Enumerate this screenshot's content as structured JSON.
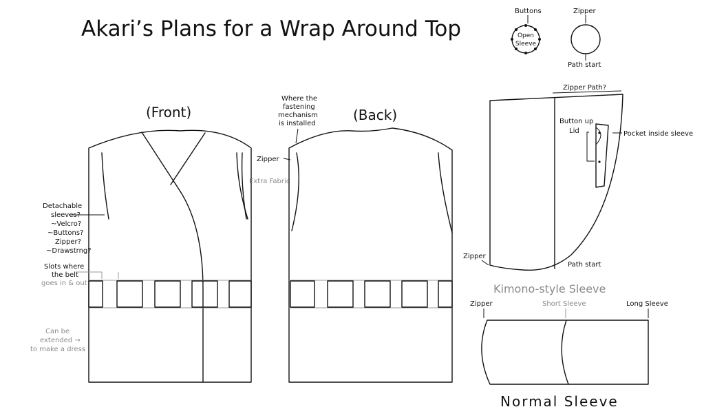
{
  "title": "Akari’s Plans for a Wrap Around Top",
  "legend": {
    "buttons": "Buttons",
    "open_sleeve_line1": "Open",
    "open_sleeve_line2": "Sleeve",
    "zipper": "Zipper",
    "path_start": "Path start"
  },
  "front": {
    "label": "(Front)",
    "detachable": [
      "Detachable",
      "sleeves?",
      "~Velcro?",
      "~Buttons?",
      "Zipper?",
      "~Drawstrng?"
    ],
    "slots": [
      "Slots where",
      "the belt"
    ],
    "slots_grey": "goes in & out",
    "extended": [
      "Can be",
      "extended →",
      "to make a dress"
    ],
    "zipper": "Zipper",
    "extra_fabric": "Extra Fabric"
  },
  "back": {
    "label": "(Back)",
    "fastening": [
      "Where the",
      "fastening",
      "mechanism",
      "is installed"
    ]
  },
  "kimono": {
    "zipper_path": "Zipper Path?",
    "button_lid": [
      "Button up",
      "Lid"
    ],
    "pocket": "Pocket inside sleeve",
    "zipper": "Zipper",
    "path_start": "Path start",
    "caption": "Kimono-style Sleeve"
  },
  "normal": {
    "zipper": "Zipper",
    "short": "Short Sleeve",
    "long": "Long Sleeve",
    "caption": "Normal Sleeve"
  }
}
